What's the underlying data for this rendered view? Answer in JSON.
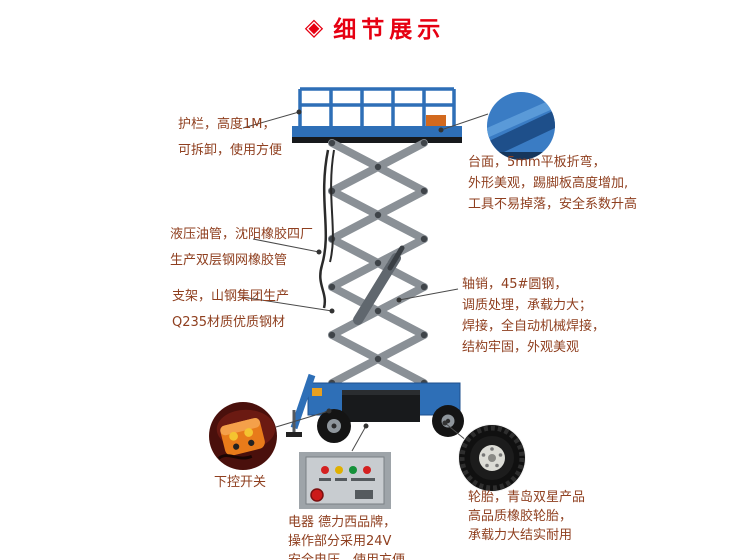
{
  "header": {
    "icon_glyph": "◈",
    "title": "细节展示"
  },
  "callouts": {
    "guardrail": {
      "lines": [
        "护栏，高度1M，",
        "可拆卸，使用方便"
      ]
    },
    "platform_top": {
      "lines": [
        "台面，5mm平板折弯，",
        "外形美观，踢脚板高度增加,",
        "工具不易掉落，安全系数升高"
      ]
    },
    "hydraulic_hose": {
      "lines": [
        "液压油管，沈阳橡胶四厂",
        "生产双层钢网橡胶管"
      ]
    },
    "support_frame": {
      "lines": [
        "支架，山钢集团生产",
        "Q235材质优质钢材"
      ]
    },
    "axle_pin": {
      "lines": [
        "轴销，45#圆钢，",
        "调质处理，承载力大；",
        "焊接，全自动机械焊接，",
        "结构牢固，外观美观"
      ]
    },
    "lower_control_switch": {
      "lines": [
        "下控开关"
      ]
    },
    "electrics": {
      "lines": [
        "电器 德力西品牌，",
        "操作部分采用24V",
        "安全电压，使用方便"
      ]
    },
    "tires": {
      "lines": [
        "轮胎，青岛双星产品",
        "高品质橡胶轮胎，",
        "承载力大结实耐用"
      ]
    }
  },
  "colors": {
    "title_red": "#e60012",
    "label_brown": "#8f3f1f",
    "machine_blue": "#2e6fb7",
    "scissor_gray": "#8a9096",
    "remote_orange": "#e87b1a",
    "tire_black": "#141414"
  }
}
